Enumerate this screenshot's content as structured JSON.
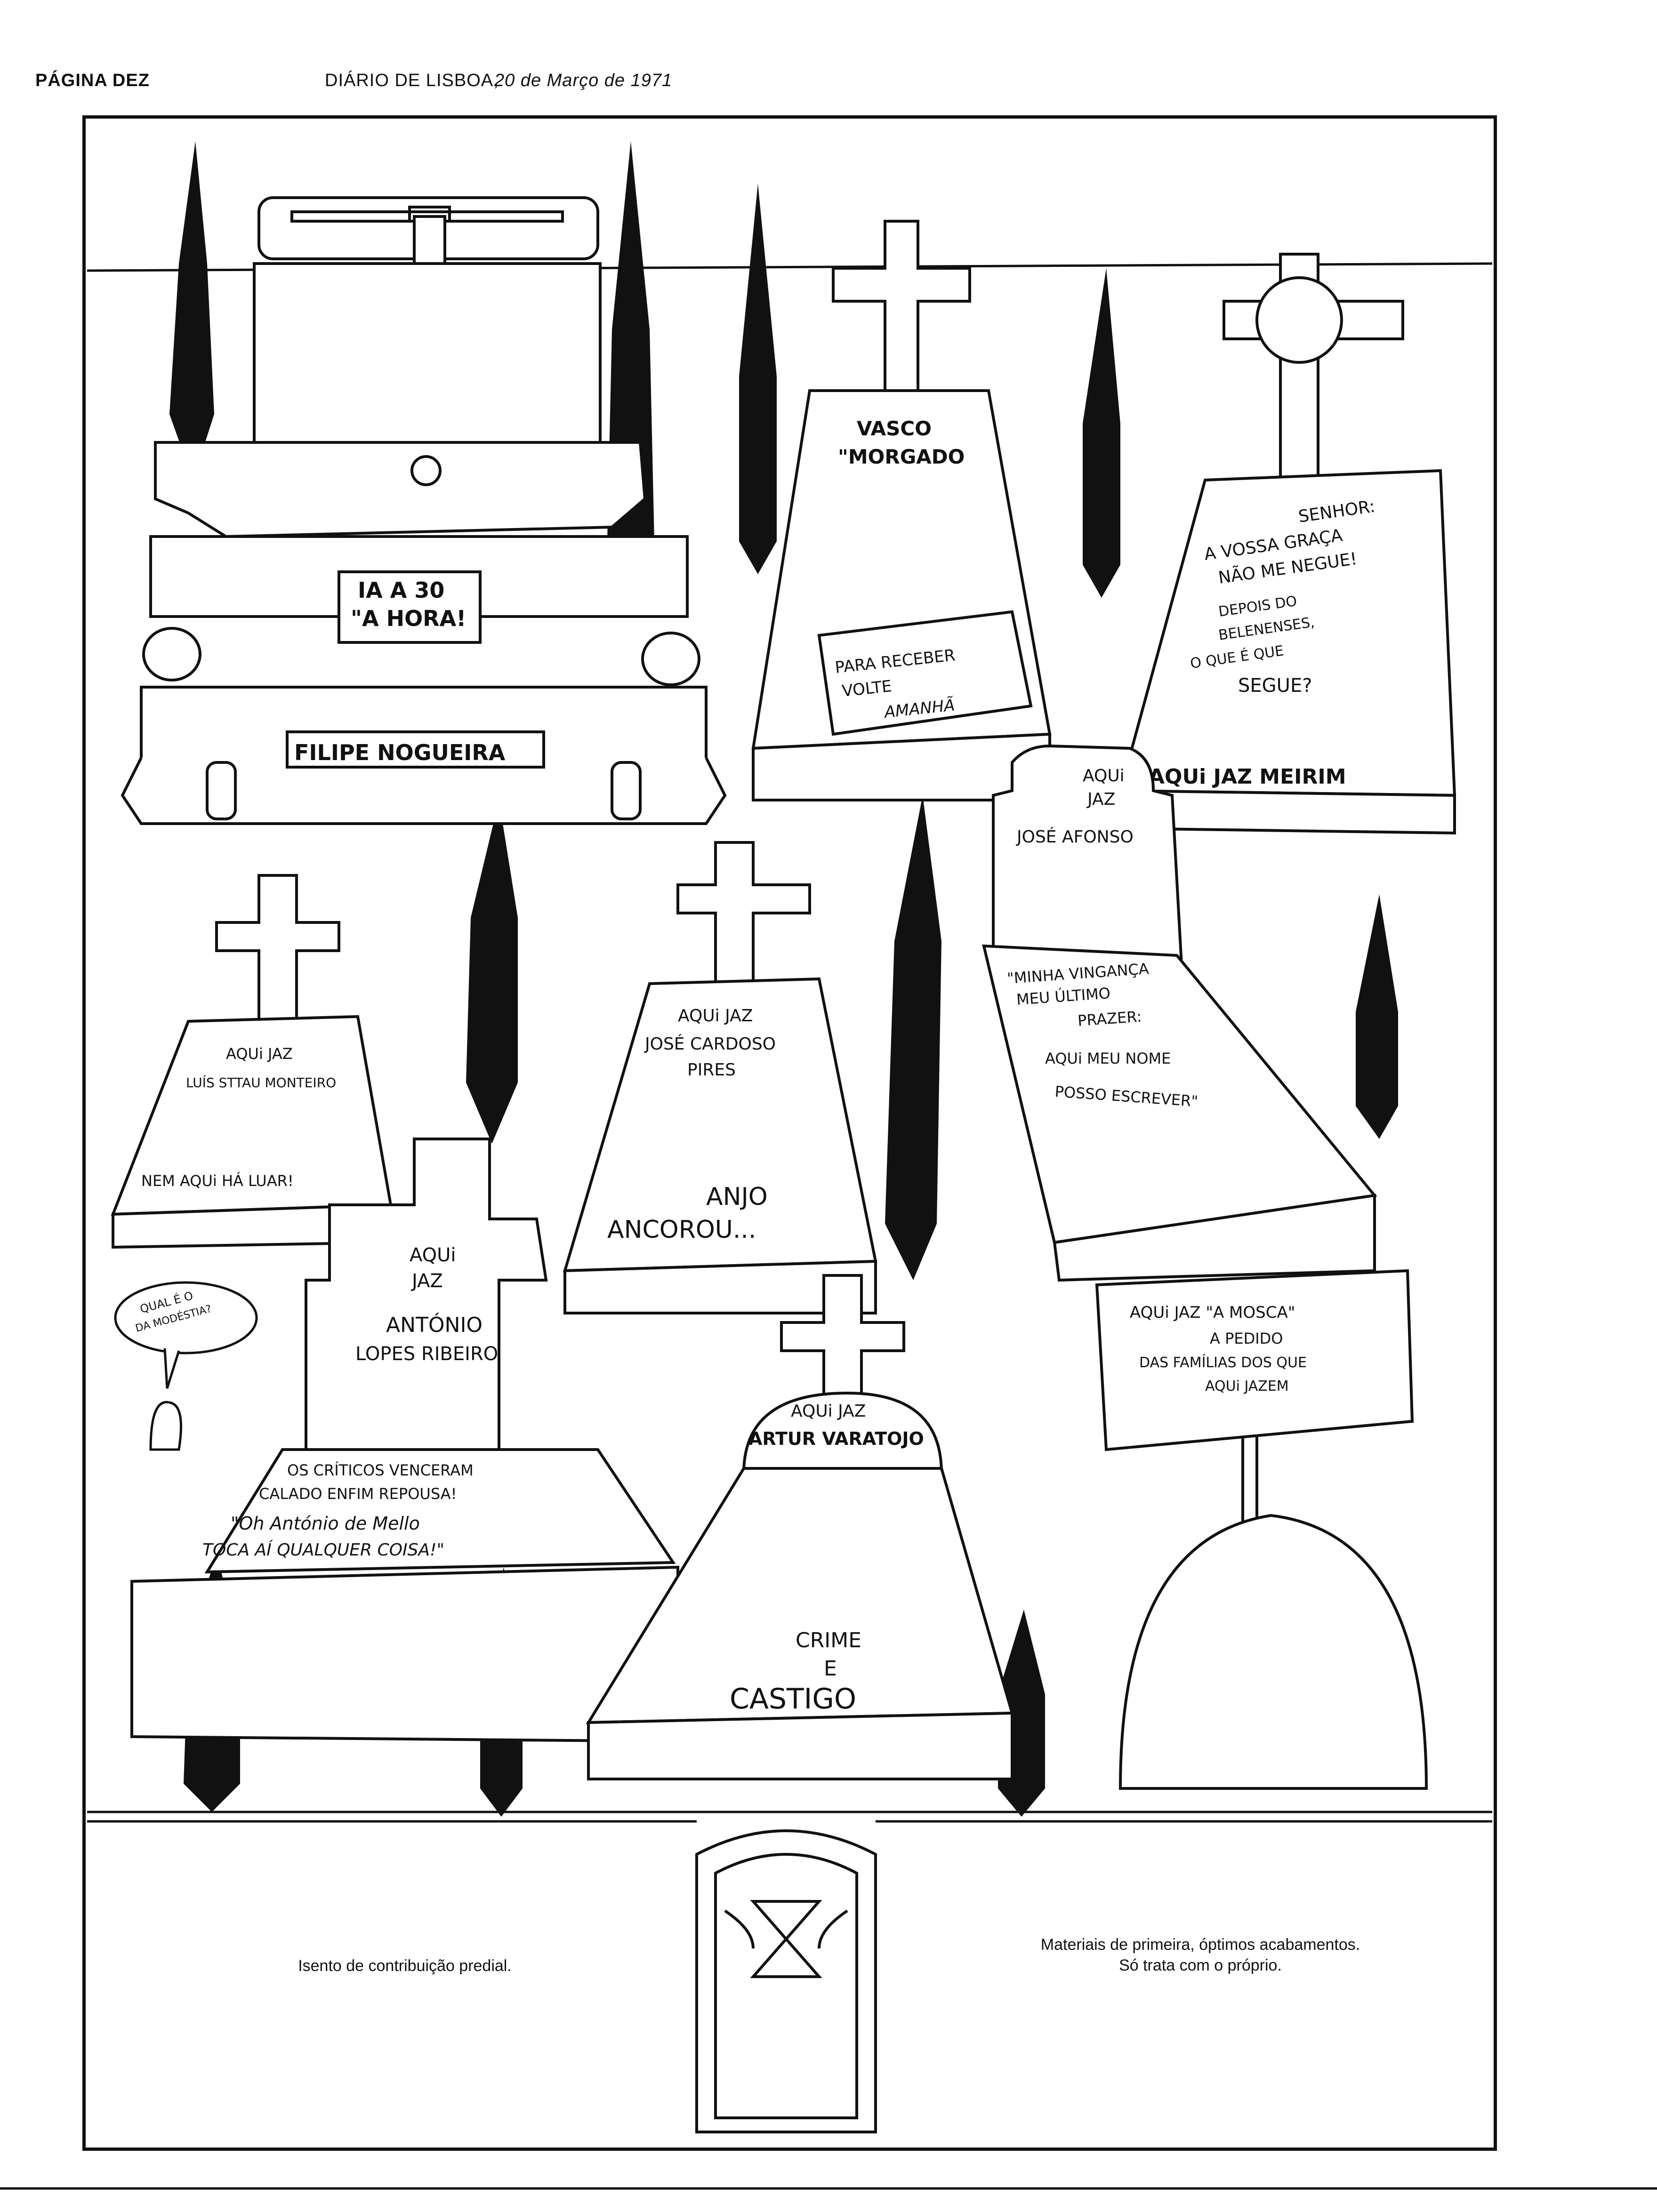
{
  "header": {
    "page_label": "PÁGINA DEZ",
    "newspaper": "DIÁRIO DE LISBOA,",
    "date": "20 de Março de 1971"
  },
  "car": {
    "sign_line1": "IA A 30",
    "sign_line2": "\"A HORA!",
    "plate": "FILIPE NOGUEIRA"
  },
  "grave_vasco": {
    "name_line1": "VASCO",
    "name_line2": "\"MORGADO",
    "sign_line1": "PARA RECEBER",
    "sign_line2": "VOLTE",
    "sign_line3": "AMANHÃ"
  },
  "grave_meirim": {
    "text_line1": "SENHOR:",
    "text_line2": "A VOSSA GRAÇA",
    "text_line3": "NÃO ME NEGUE!",
    "text_line4": "DEPOIS DO",
    "text_line5": "BELENENSES,",
    "text_line6": "O QUE É QUE",
    "text_line7": "SEGUE?",
    "epitaph": "AQUi JAZ MEIRIM"
  },
  "grave_afonso": {
    "head_line1": "AQUi",
    "head_line2": "JAZ",
    "name": "JOSÉ AFONSO",
    "text_line1": "\"MINHA VINGANÇA",
    "text_line2": "MEU ÚLTIMO",
    "text_line3": "PRAZER:",
    "text_line4": "AQUi MEU NOME",
    "text_line5": "POSSO ESCREVER\""
  },
  "grave_monteiro": {
    "line1": "AQUi JAZ",
    "line2": "LUÍS STTAU MONTEIRO",
    "line3": "NEM AQUi HÁ LUAR!"
  },
  "grave_pires": {
    "line1": "AQUi JAZ",
    "line2": "JOSÉ CARDOSO",
    "line3": "PIRES",
    "line4": "ANJO",
    "line5": "ANCOROU..."
  },
  "grave_ribeiro": {
    "line1": "AQUi",
    "line2": "JAZ",
    "line3": "ANTÓNIO",
    "line4": "LOPES RIBEIRO",
    "base_line1": "OS CRÍTICOS VENCERAM",
    "base_line2": "CALADO ENFIM REPOUSA!",
    "base_line3": "\"Oh António de Mello",
    "base_line4": "TOCA AÍ QUALQUER COISA!\""
  },
  "worm_bubble": {
    "line1": "QUAL É O",
    "line2": "DA MODÉSTIA?"
  },
  "grave_varatojo": {
    "line1": "AQUi JAZ",
    "line2": "ARTUR VARATOJO",
    "line3": "CRIME",
    "line4": "E",
    "line5": "CASTIGO"
  },
  "grave_mosca": {
    "line1": "AQUi JAZ \"A MOSCA\"",
    "line2": "A PEDIDO",
    "line3": "DAS FAMÍLIAS DOS QUE",
    "line4": "AQUi JAZEM"
  },
  "footer": {
    "left_caption": "Isento de contribuição predial.",
    "right_caption_line1": "Materiais de primeira, óptimos acabamentos.",
    "right_caption_line2": "Só trata com o próprio."
  }
}
